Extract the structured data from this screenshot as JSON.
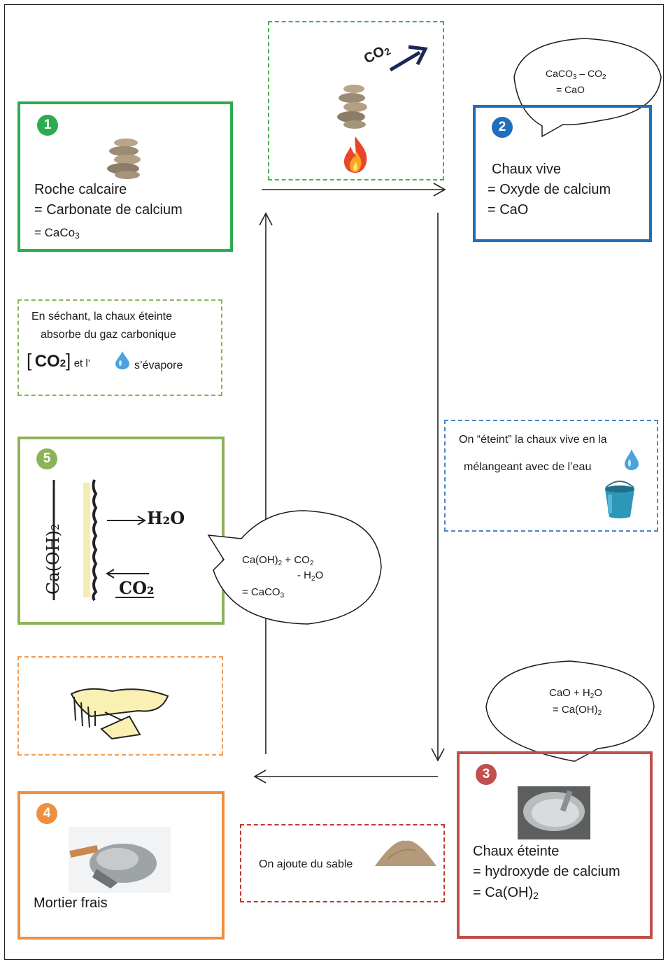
{
  "box1": {
    "number": "1",
    "lines": [
      "Roche calcaire",
      "= Carbonate de calcium",
      "= CaCo"
    ],
    "sub": "3"
  },
  "box2": {
    "number": "2",
    "lines": [
      "Chaux vive",
      "= Oxyde de calcium",
      "= CaO"
    ]
  },
  "box3": {
    "number": "3",
    "lines": [
      "Chaux éteinte",
      "= hydroxyde de calcium",
      "= Ca(OH)"
    ],
    "sub": "2"
  },
  "box4": {
    "number": "4",
    "label": "Mortier frais"
  },
  "box5": {
    "number": "5",
    "sketch_left": "Ca(OH)",
    "sketch_left_sub": "2",
    "sketch_h2o": "H₂O",
    "sketch_co2": "CO₂"
  },
  "heating": {
    "co2_label": "CO",
    "co2_sub": "2"
  },
  "bubble1": {
    "line1a": "CaCO",
    "line1a_sub": "3",
    "line1b": " – CO",
    "line1b_sub": "2",
    "line2": "= CaO"
  },
  "bubble2": {
    "line1a": "CaO + H",
    "line1a_sub": "2",
    "line1b": "O",
    "line2a": "= Ca(OH)",
    "line2a_sub": "2"
  },
  "bubble3": {
    "line1a": "Ca(OH)",
    "line1a_sub": "2",
    "line1b": " + CO",
    "line1b_sub": "2",
    "line2a": "- H",
    "line2a_sub": "2",
    "line2b": "O",
    "line3a": "= CaCO",
    "line3a_sub": "3"
  },
  "note_slake": {
    "line1": "On “éteint” la chaux vive en la",
    "line2": "mélangeant avec de l’eau"
  },
  "note_sand": {
    "text": "On ajoute du sable"
  },
  "note_dry": {
    "line1": "En séchant, la chaux éteinte",
    "line2": "absorbe du gaz carbonique",
    "bracket_open": "[",
    "co2": "CO",
    "co2_sub": "2",
    "bracket_close": "]",
    "after": "et l’",
    "end": "s’évapore"
  },
  "colors": {
    "green": "#2eab4f",
    "blue": "#1f6fbd",
    "red": "#c0504d",
    "orange": "#ef8f3f",
    "light_green": "#8db35a",
    "water": "#4aa3df"
  },
  "icons": [
    "rock-stack-icon",
    "flame-icon",
    "water-drop-icon",
    "bucket-icon",
    "sand-pile-icon",
    "trowel-icon"
  ]
}
